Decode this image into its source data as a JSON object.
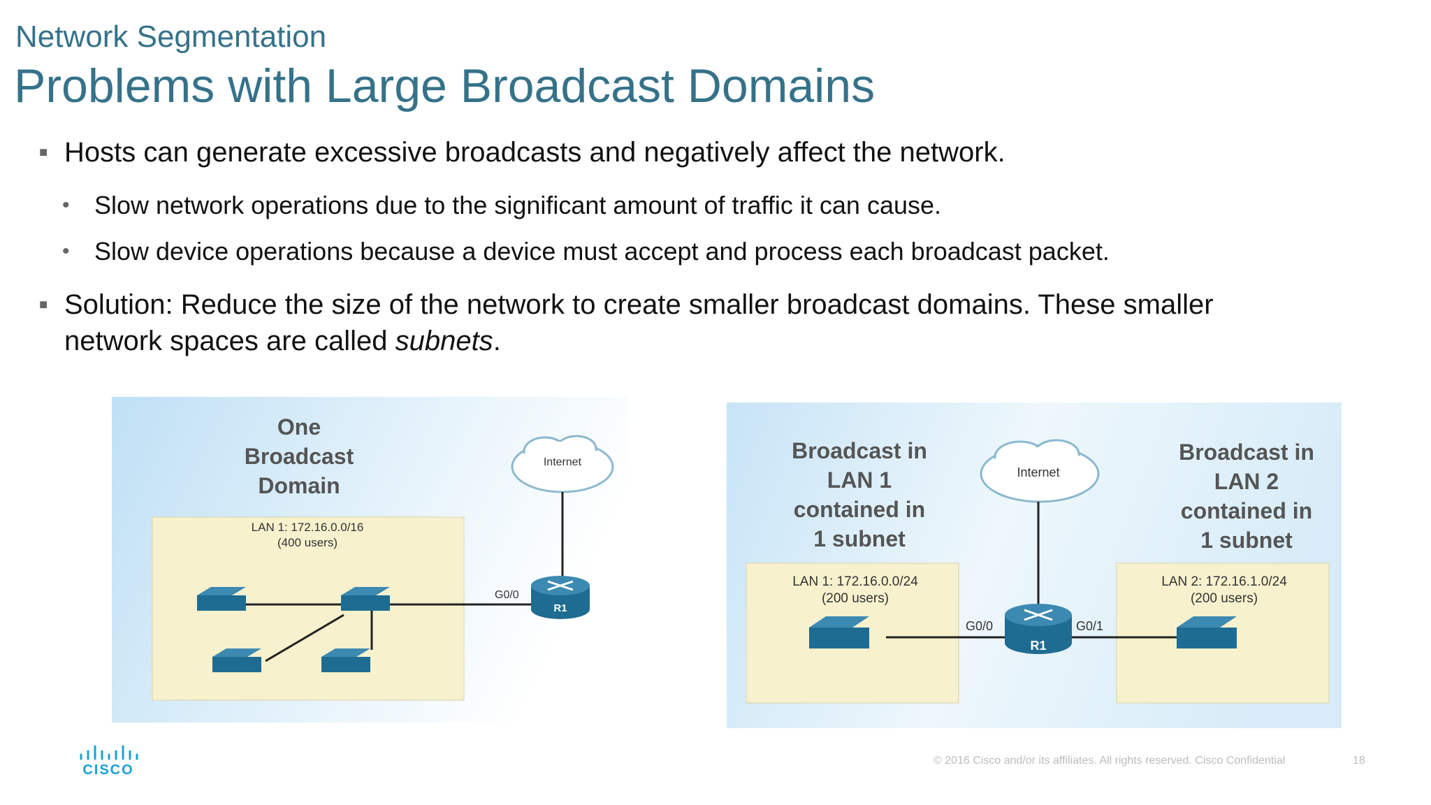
{
  "header": {
    "section": "Network Segmentation",
    "title": "Problems with Large Broadcast Domains"
  },
  "bullets": {
    "b1": "Hosts can generate excessive broadcasts and negatively affect the network.",
    "b1_sub1": "Slow network operations due to the significant amount of traffic it can cause.",
    "b1_sub2": "Slow device operations because a device must accept and process each broadcast packet.",
    "b2_part1": "Solution: Reduce the size of the network to create smaller broadcast domains. These smaller",
    "b2_part2": "network spaces are called ",
    "b2_italic": "subnets",
    "b2_end": "."
  },
  "diagram_left": {
    "heading_l1": "One",
    "heading_l2": "Broadcast",
    "heading_l3": "Domain",
    "internet": "Internet",
    "lan_label": "LAN 1: 172.16.0.0/16",
    "lan_users": "(400 users)",
    "port": "G0/0",
    "router": "R1"
  },
  "diagram_right": {
    "left_heading_l1": "Broadcast  in",
    "left_heading_l2": "LAN 1",
    "left_heading_l3": "contained in",
    "left_heading_l4": "1 subnet",
    "right_heading_l1": "Broadcast  in",
    "right_heading_l2": "LAN 2",
    "right_heading_l3": "contained in",
    "right_heading_l4": "1 subnet",
    "internet": "Internet",
    "lan1_label": "LAN 1: 172.16.0.0/24",
    "lan1_users": "(200 users)",
    "lan2_label": "LAN 2: 172.16.1.0/24",
    "lan2_users": "(200 users)",
    "port_left": "G0/0",
    "port_right": "G0/1",
    "router": "R1"
  },
  "footer": {
    "logo_text": "CISCO",
    "copyright": "© 2016  Cisco and/or its affiliates. All rights reserved.   Cisco Confidential",
    "page_number": "18"
  },
  "colors": {
    "title": "#35728a",
    "device": "#1f6c92",
    "lan_fill": "#f7f1cd",
    "cisco_blue": "#1ba0d7"
  }
}
